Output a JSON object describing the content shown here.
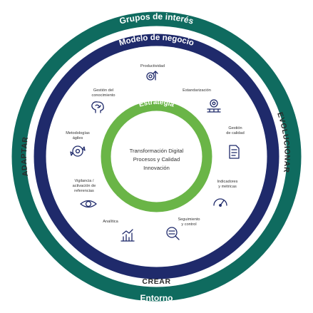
{
  "outer_ring": {
    "label": "Grupos de interés",
    "color": "#0f6b5f",
    "sides": {
      "left": "ADAPTAR",
      "right": "EVOLUCIONAR",
      "bottom": "CREAR"
    },
    "bottom_label": "Entorno"
  },
  "business_ring": {
    "label": "Modelo de negocio",
    "color": "#1f2a6b"
  },
  "strategy_ring": {
    "label": "Estrategia",
    "color": "#6ab547"
  },
  "center": {
    "lines": [
      "Transformación Digital",
      "Procesos y Calidad",
      "Innovación"
    ]
  },
  "areas": [
    {
      "id": "productividad",
      "lines": [
        "Productividad"
      ],
      "icon": "productivity-icon"
    },
    {
      "id": "estandarizacion",
      "lines": [
        "Estandarización"
      ],
      "icon": "standardization-icon"
    },
    {
      "id": "gestion-calidad",
      "lines": [
        "Gestión",
        "de calidad"
      ],
      "icon": "document-icon"
    },
    {
      "id": "indicadores",
      "lines": [
        "Indicadores",
        "y métricas"
      ],
      "icon": "gauge-icon"
    },
    {
      "id": "seguimiento",
      "lines": [
        "Seguimiento",
        "y control"
      ],
      "icon": "tracking-icon"
    },
    {
      "id": "analitica",
      "lines": [
        "Analítica"
      ],
      "icon": "analytics-icon"
    },
    {
      "id": "vigilancia",
      "lines": [
        "Vigilancia /",
        "activación de",
        "referencias"
      ],
      "icon": "eye-icon"
    },
    {
      "id": "metodologias",
      "lines": [
        "Metodologías",
        "ágiles"
      ],
      "icon": "agile-icon"
    },
    {
      "id": "gestion-conocimiento",
      "lines": [
        "Gestión del",
        "conocimiento"
      ],
      "icon": "brain-icon"
    }
  ]
}
